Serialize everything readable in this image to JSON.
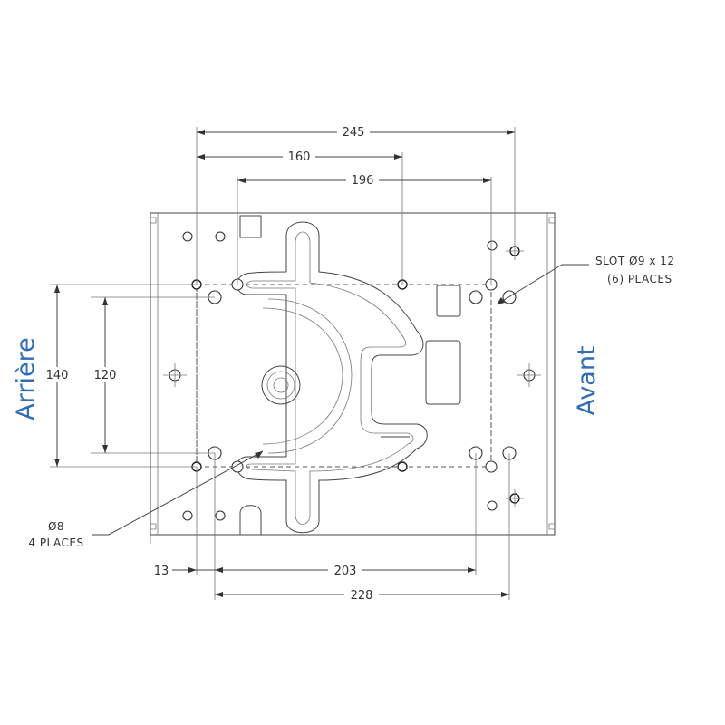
{
  "labels": {
    "left_side": "Arrière",
    "right_side": "Avant"
  },
  "dimensions": {
    "d245": "245",
    "d160": "160",
    "d196": "196",
    "d140": "140",
    "d120": "120",
    "d13": "13",
    "d203": "203",
    "d228": "228"
  },
  "notes": {
    "slot_line1": "SLOT Ø9 x 12",
    "slot_line2": "(6) PLACES",
    "hole_line1": "Ø8",
    "hole_line2": "4 PLACES"
  },
  "colors": {
    "side_label": "#2f6db5",
    "line": "#444444"
  }
}
